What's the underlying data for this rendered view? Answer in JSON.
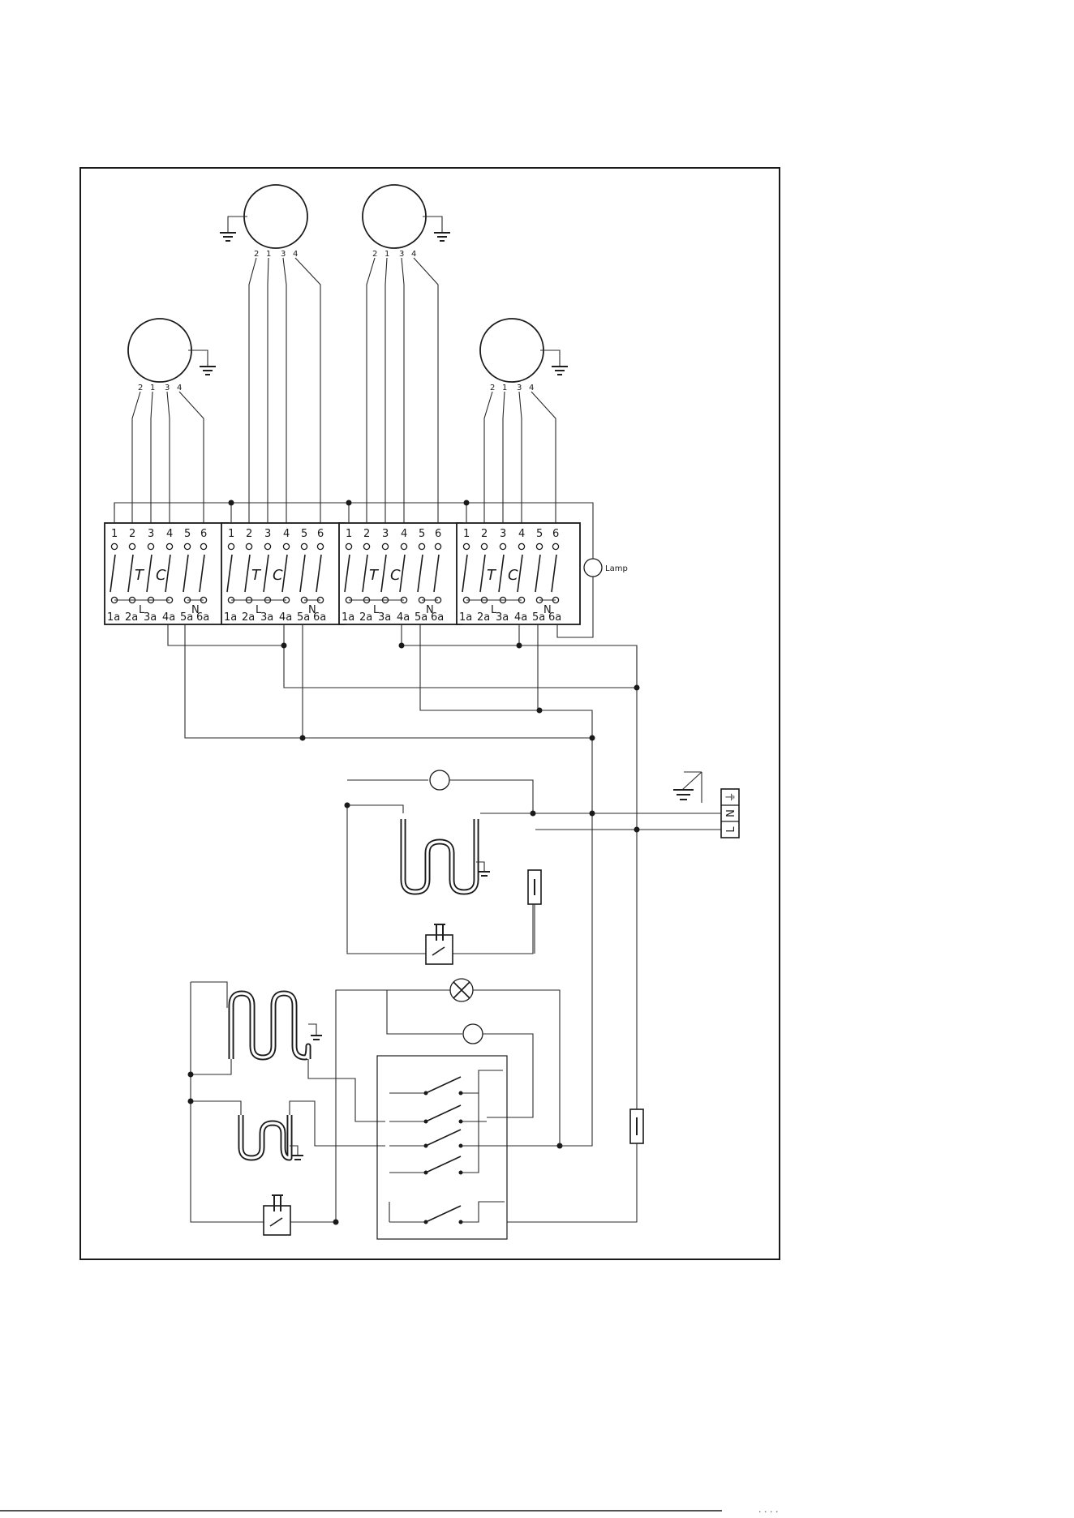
{
  "diagram": {
    "lamp_label": "Lamp",
    "hotplate_switches": [
      {
        "top_terminals": [
          "1",
          "2",
          "3",
          "4",
          "5",
          "6"
        ],
        "bottom_terminals": [
          "1a",
          "2a",
          "3a",
          "4a",
          "5a",
          "6a"
        ],
        "letters": [
          "T",
          "C"
        ],
        "line_mark": "L",
        "neutral_mark": "N"
      },
      {
        "top_terminals": [
          "1",
          "2",
          "3",
          "4",
          "5",
          "6"
        ],
        "bottom_terminals": [
          "1a",
          "2a",
          "3a",
          "4a",
          "5a",
          "6a"
        ],
        "letters": [
          "T",
          "C"
        ],
        "line_mark": "L",
        "neutral_mark": "N"
      },
      {
        "top_terminals": [
          "1",
          "2",
          "3",
          "4",
          "5",
          "6"
        ],
        "bottom_terminals": [
          "1a",
          "2a",
          "3a",
          "4a",
          "5a",
          "6a"
        ],
        "letters": [
          "T",
          "C"
        ],
        "line_mark": "L",
        "neutral_mark": "N"
      },
      {
        "top_terminals": [
          "1",
          "2",
          "3",
          "4",
          "5",
          "6"
        ],
        "bottom_terminals": [
          "1a",
          "2a",
          "3a",
          "4a",
          "5a",
          "6a"
        ],
        "letters": [
          "T",
          "C"
        ],
        "line_mark": "L",
        "neutral_mark": "N"
      }
    ],
    "hotplates": [
      {
        "pins": [
          "2",
          "1",
          "3",
          "4"
        ]
      },
      {
        "pins": [
          "2",
          "1",
          "3",
          "4"
        ]
      },
      {
        "pins": [
          "2",
          "1",
          "3",
          "4"
        ]
      },
      {
        "pins": [
          "2",
          "1",
          "3",
          "4"
        ]
      }
    ],
    "terminal_block": [
      "L",
      "N",
      "⏚"
    ],
    "footer_text": "· · · ·"
  }
}
